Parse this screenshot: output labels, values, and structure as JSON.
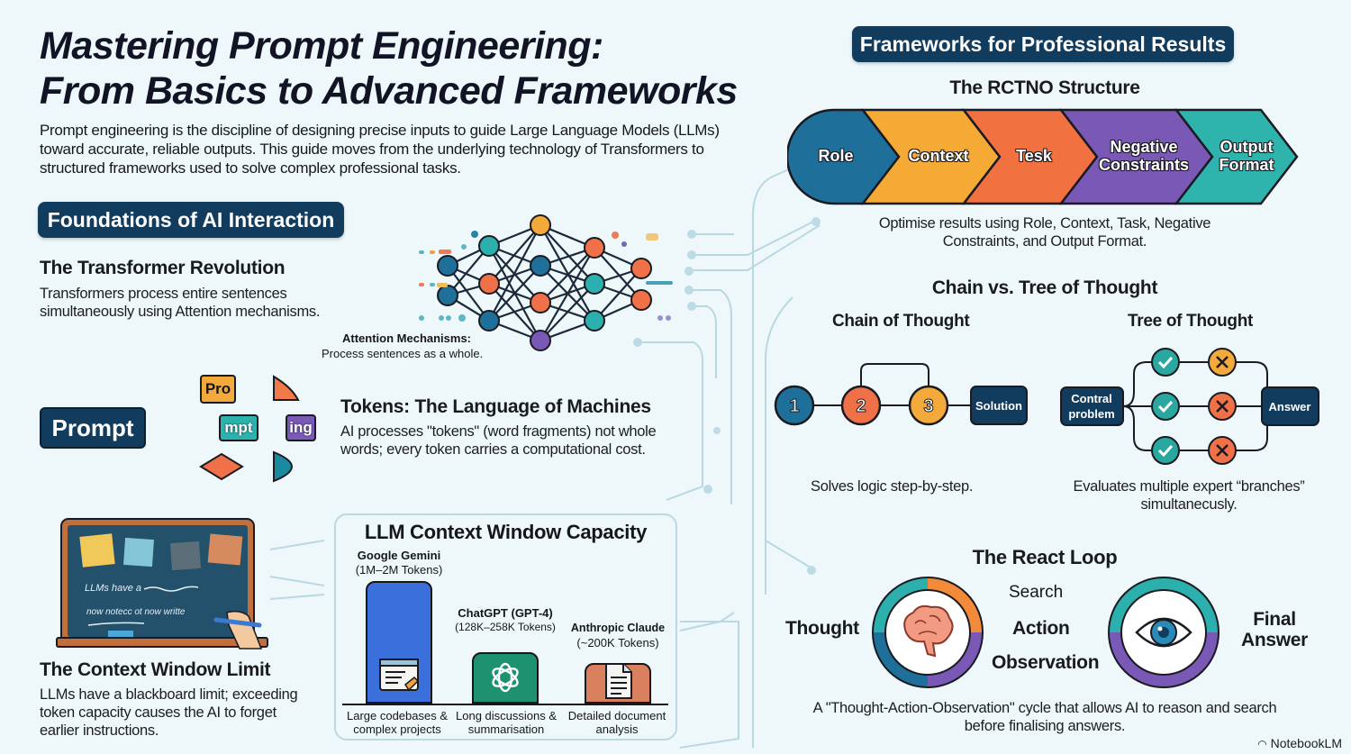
{
  "header": {
    "title_line1": "Mastering Prompt Engineering:",
    "title_line2": "From Basics to Advanced Frameworks",
    "intro": "Prompt engineering is the discipline of designing precise inputs to guide Large Language Models (LLMs) toward accurate, reliable outputs. This guide moves from the underlying technology of Transformers to structured frameworks used to solve complex professional tasks."
  },
  "foundations": {
    "badge": "Foundations of AI Interaction",
    "transformer": {
      "heading": "The Transformer Revolution",
      "text": "Transformers process entire sentences simultaneously using Attention mechanisms.",
      "caption_bold": "Attention Mechanisms:",
      "caption": "Process sentences as a whole."
    },
    "tokens": {
      "prompt_word": "Prompt",
      "fragments": [
        "Pro",
        "mpt",
        "ing"
      ],
      "heading": "Tokens: The Language of Machines",
      "text": "AI processes \"tokens\" (word fragments) not whole words; every token carries a computational cost."
    },
    "context_limit": {
      "board_line1": "LLMs have a",
      "board_line2": "now notecc ot now writte",
      "heading": "The Context Window Limit",
      "text": "LLMs have a blackboard limit; exceeding token capacity causes the AI to forget earlier instructions."
    }
  },
  "context_capacity": {
    "title": "LLM Context Window Capacity",
    "models": [
      {
        "name": "Google Gemini",
        "tokens": "(1M–2M Tokens)",
        "use": "Large codebases & complex projects",
        "color": "#3a6fdc",
        "icon": "code-window-icon",
        "relative_size": 1.0
      },
      {
        "name": "ChatGPT (GPT-4)",
        "tokens": "(128K–258K Tokens)",
        "use": "Long discussions & summarisation",
        "color": "#1e9170",
        "icon": "openai-logo-icon",
        "relative_size": 0.42
      },
      {
        "name": "Anthropic Claude",
        "tokens": "(~200K Tokens)",
        "use": "Detailed document analysis",
        "color": "#d9805e",
        "icon": "document-icon",
        "relative_size": 0.33
      }
    ]
  },
  "frameworks": {
    "badge": "Frameworks for Professional Results",
    "rctno": {
      "heading": "The RCTNO Structure",
      "steps": [
        {
          "label": "Role",
          "color": "#1e6f9a"
        },
        {
          "label": "Context",
          "color": "#f5aa35"
        },
        {
          "label": "Tesk",
          "color": "#f27140"
        },
        {
          "label": "Negative Constraints",
          "color": "#7a58b5"
        },
        {
          "label": "Output Format",
          "color": "#2fb4ad"
        }
      ],
      "caption": "Optimise results using Role, Context, Task, Negative Constraints, and Output Format."
    },
    "thought": {
      "heading": "Chain vs. Tree of Thought",
      "chain": {
        "heading": "Chain of Thought",
        "nodes": [
          "1",
          "2",
          "3"
        ],
        "end": "Solution",
        "caption": "Solves logic step-by-step."
      },
      "tree": {
        "heading": "Tree of Thought",
        "start": "Contral problem",
        "end": "Answer",
        "caption": "Evaluates multiple expert “branches” simultanecusly."
      }
    },
    "react": {
      "heading": "The React Loop",
      "thought": "Thought",
      "search": "Search",
      "action": "Action",
      "observation": "Observation",
      "final": "Final Answer",
      "caption": "A \"Thought-Action-Observation\" cycle that allows AI to reason and search before finalising answers."
    }
  },
  "footer": {
    "brand": "NotebookLM"
  },
  "colors": {
    "navy": "#123c5e",
    "blue": "#1e6f9a",
    "teal": "#2fb4ad",
    "orange": "#f27140",
    "yellow": "#f5aa35",
    "purple": "#7a58b5",
    "background": "#eef8fa"
  }
}
